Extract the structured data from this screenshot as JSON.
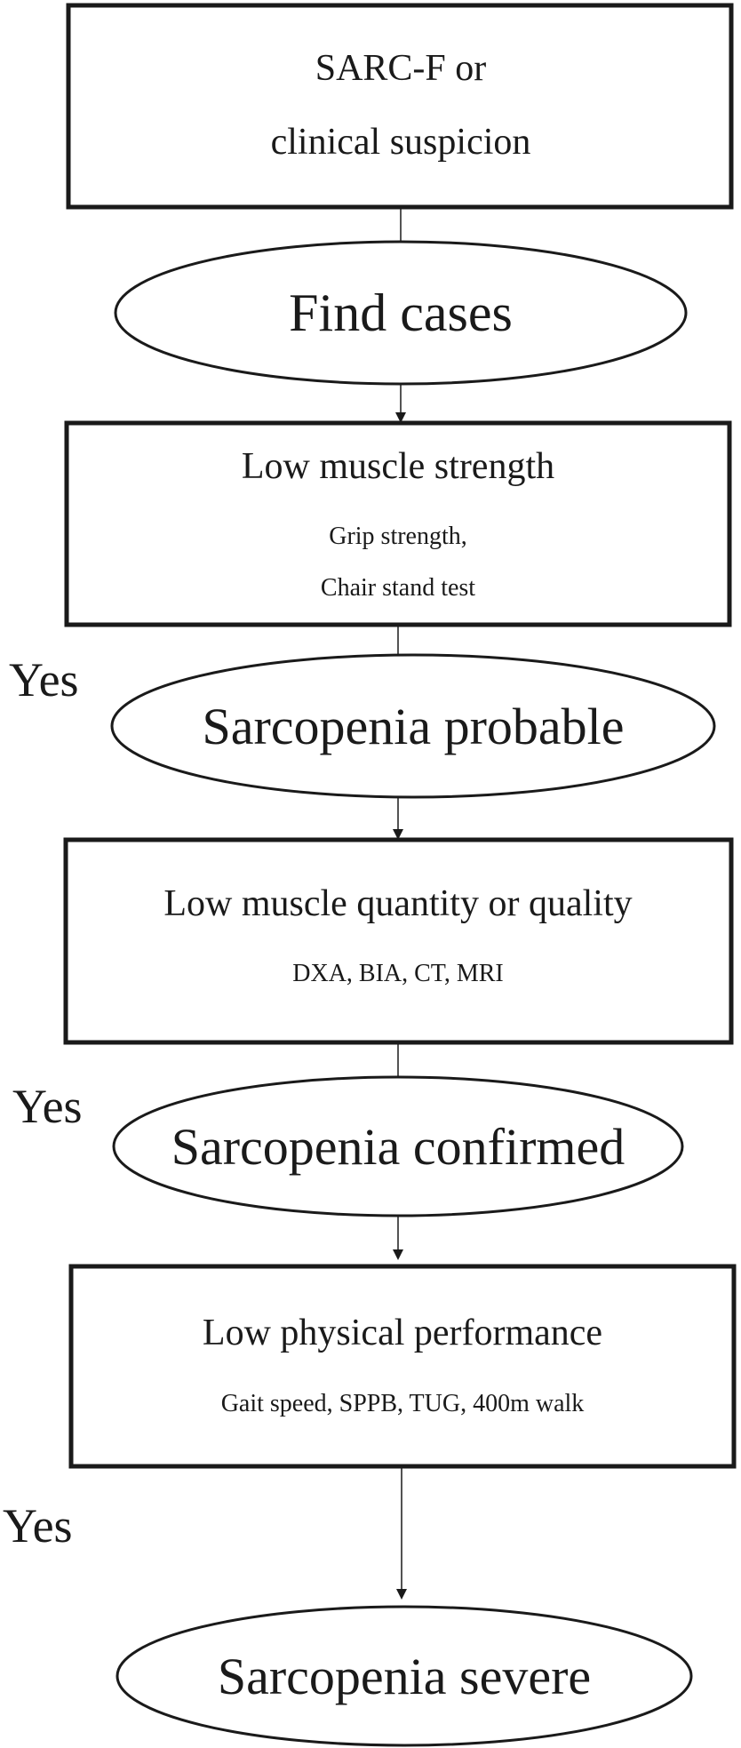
{
  "boxes": {
    "start": {
      "line1": "SARC-F or",
      "line2": "clinical suspicion"
    },
    "strength": {
      "title": "Low muscle strength",
      "detail1": "Grip strength,",
      "detail2": "Chair stand test"
    },
    "quantity": {
      "title": "Low muscle quantity or quality",
      "detail": "DXA, BIA, CT, MRI"
    },
    "performance": {
      "title": "Low physical performance",
      "detail": "Gait speed, SPPB, TUG, 400m walk"
    }
  },
  "ovals": {
    "find": "Find cases",
    "probable": "Sarcopenia probable",
    "confirmed": "Sarcopenia confirmed",
    "severe": "Sarcopenia severe"
  },
  "yes_labels": {
    "probable": "Yes",
    "confirmed": "Yes",
    "severe": "Yes"
  }
}
